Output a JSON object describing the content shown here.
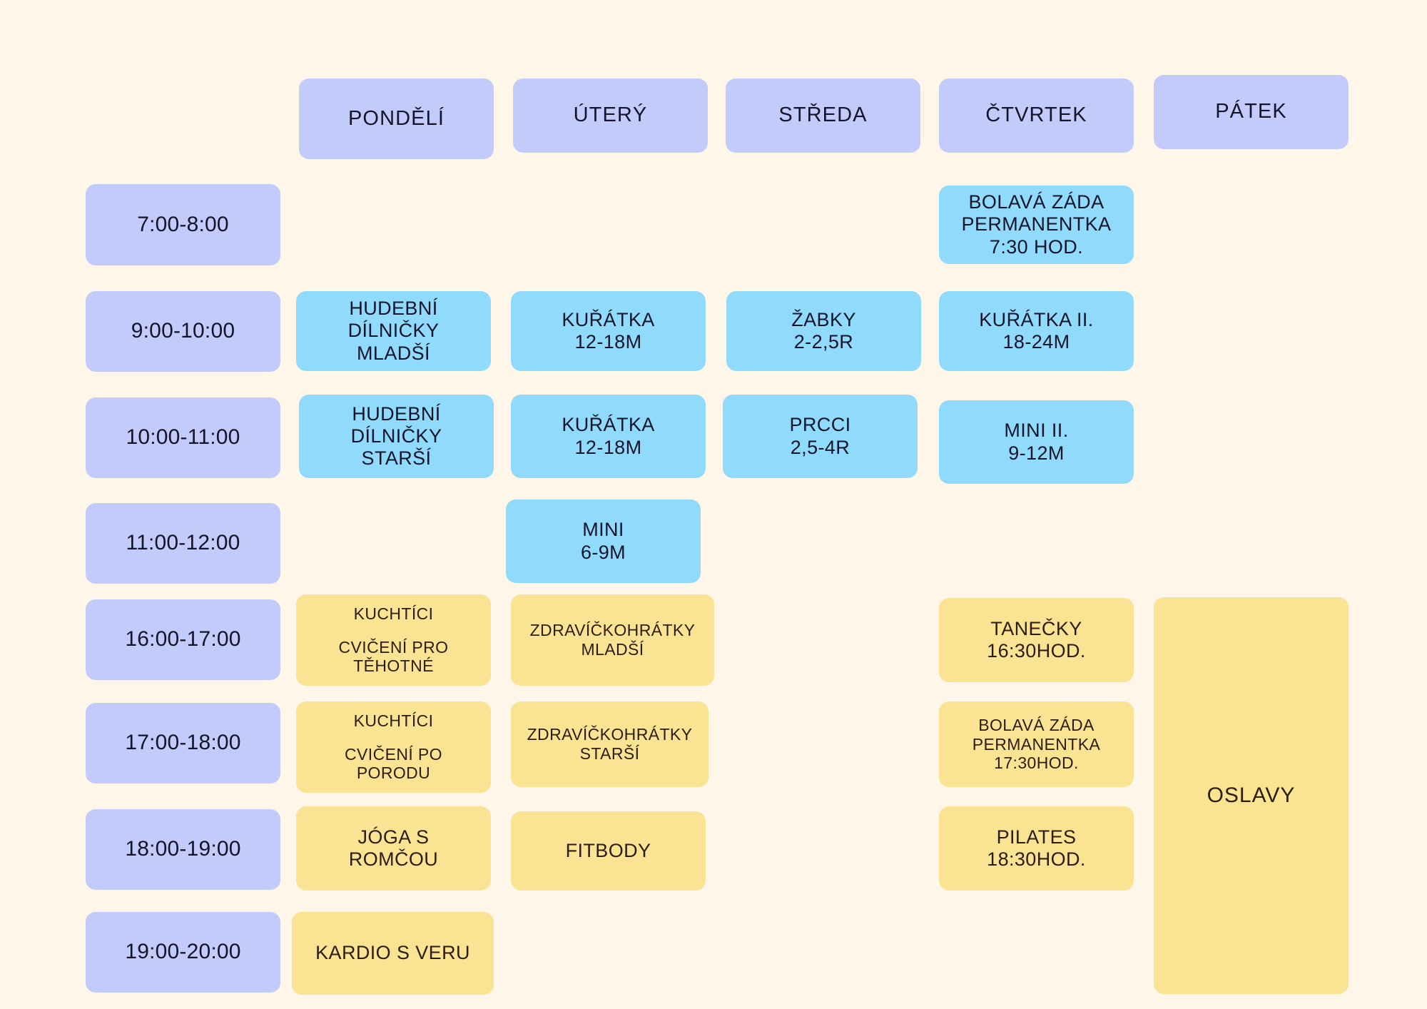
{
  "palette": {
    "background": "#FDF6E9",
    "header_blue": "#C3CBFA",
    "class_blue": "#90DAFB",
    "class_yellow": "#FBE394",
    "text": "#14142B"
  },
  "days": [
    {
      "label": "PONDĚLÍ"
    },
    {
      "label": "ÚTERÝ"
    },
    {
      "label": "STŘEDA"
    },
    {
      "label": "ČTVRTEK"
    },
    {
      "label": "PÁTEK"
    }
  ],
  "times": [
    {
      "label": "7:00-8:00"
    },
    {
      "label": "9:00-10:00"
    },
    {
      "label": "10:00-11:00"
    },
    {
      "label": "11:00-12:00"
    },
    {
      "label": "16:00-17:00"
    },
    {
      "label": "17:00-18:00"
    },
    {
      "label": "18:00-19:00"
    },
    {
      "label": "19:00-20:00"
    }
  ],
  "classes": {
    "thu_0730_bolava": {
      "l1": "BOLAVÁ ZÁDA",
      "l2": "PERMANENTKA",
      "l3": "7:30 HOD."
    },
    "mon_09_hudebni": {
      "l1": "HUDEBNÍ",
      "l2": "DÍLNIČKY",
      "l3": "MLADŠÍ"
    },
    "tue_09_kuratka": {
      "l1": "KUŘÁTKA",
      "l2": "12-18M"
    },
    "wed_09_zabky": {
      "l1": "ŽABKY",
      "l2": "2-2,5R"
    },
    "thu_09_kuratka2": {
      "l1": "KUŘÁTKA II.",
      "l2": "18-24M"
    },
    "mon_10_hudebni": {
      "l1": "HUDEBNÍ",
      "l2": "DÍLNIČKY",
      "l3": "STARŠÍ"
    },
    "tue_10_kuratka": {
      "l1": "KUŘÁTKA",
      "l2": "12-18M"
    },
    "wed_10_prcci": {
      "l1": "PRCCI",
      "l2": "2,5-4R"
    },
    "thu_10_mini2": {
      "l1": "MINI II.",
      "l2": "9-12M"
    },
    "tue_11_mini": {
      "l1": "MINI",
      "l2": "6-9M"
    },
    "mon_16_kuchtici": {
      "l1": "KUCHTÍCI",
      "l2": "CVIČENÍ PRO",
      "l3": "TĚHOTNÉ"
    },
    "tue_16_zdravicko": {
      "l1": "ZDRAVÍČKOHRÁTKY",
      "l2": "MLADŠÍ"
    },
    "thu_16_tanecky": {
      "l1": "TANEČKY",
      "l2": "16:30HOD."
    },
    "mon_17_kuchtici": {
      "l1": "KUCHTÍCI",
      "l2": "CVIČENÍ PO",
      "l3": "PORODU"
    },
    "tue_17_zdravicko": {
      "l1": "ZDRAVÍČKOHRÁTKY",
      "l2": "STARŠÍ"
    },
    "thu_17_bolava": {
      "l1": "BOLAVÁ ZÁDA",
      "l2": "PERMANENTKA",
      "l3": "17:30HOD."
    },
    "mon_18_joga": {
      "l1": "JÓGA S",
      "l2": "ROMČOU"
    },
    "tue_18_fitbody": {
      "l1": "FITBODY"
    },
    "thu_18_pilates": {
      "l1": "PILATES",
      "l2": "18:30HOD."
    },
    "mon_19_kardio": {
      "l1": "KARDIO S VERU"
    },
    "fri_oslavy": {
      "l1": "OSLAVY"
    }
  }
}
